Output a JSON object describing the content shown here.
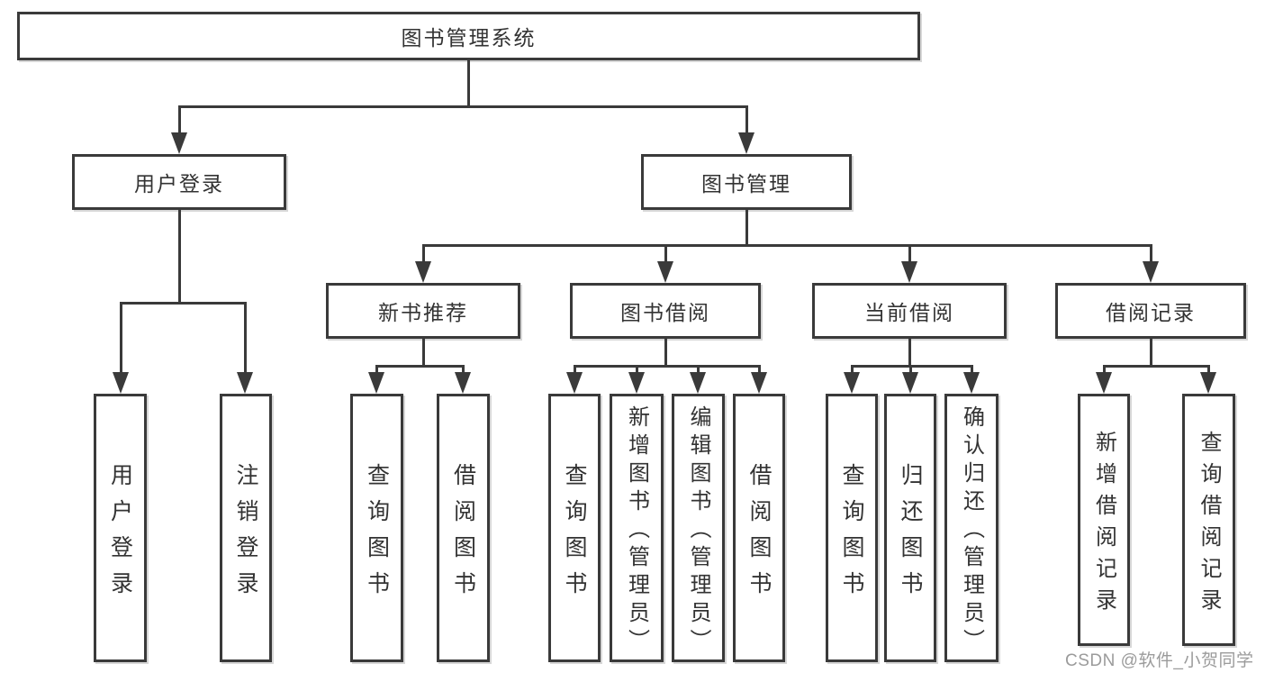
{
  "diagram_title": "图书管理系统",
  "nodes": {
    "root": "图书管理系统",
    "user_login": "用户登录",
    "book_mgmt": "图书管理",
    "new_book_rec": "新书推荐",
    "book_borrow": "图书借阅",
    "current_borrow": "当前借阅",
    "borrow_record": "借阅记录",
    "leaf_user_login": "用户登录",
    "leaf_logout": "注销登录",
    "leaf_nbr_query": "查询图书",
    "leaf_nbr_borrow": "借阅图书",
    "leaf_bb_query": "查询图书",
    "leaf_bb_add": "新增图书（管理员）",
    "leaf_bb_edit": "编辑图书（管理员）",
    "leaf_bb_borrow": "借阅图书",
    "leaf_cb_query": "查询图书",
    "leaf_cb_return": "归还图书",
    "leaf_cb_confirm": "确认归还（管理员）",
    "leaf_br_add": "新增借阅记录",
    "leaf_br_query": "查询借阅记录"
  },
  "hierarchy": {
    "图书管理系统": {
      "用户登录": [
        "用户登录",
        "注销登录"
      ],
      "图书管理": {
        "新书推荐": [
          "查询图书",
          "借阅图书"
        ],
        "图书借阅": [
          "查询图书",
          "新增图书（管理员）",
          "编辑图书（管理员）",
          "借阅图书"
        ],
        "当前借阅": [
          "查询图书",
          "归还图书",
          "确认归还（管理员）"
        ],
        "借阅记录": [
          "新增借阅记录",
          "查询借阅记录"
        ]
      }
    }
  },
  "watermark": "CSDN @软件_小贺同学",
  "colors": {
    "line": "#3a3a3a",
    "text": "#333333",
    "background": "#ffffff",
    "watermark": "#9b9b9b"
  }
}
